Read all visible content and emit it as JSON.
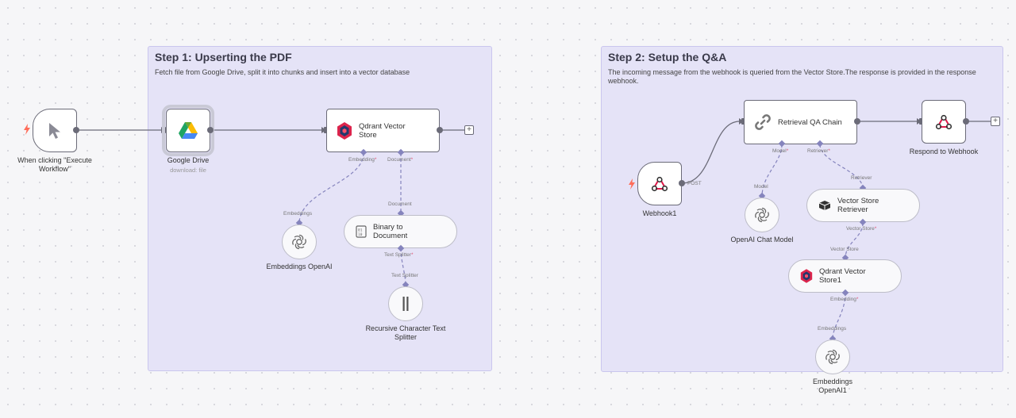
{
  "step1": {
    "title": "Step 1: Upserting the PDF",
    "description": "Fetch file from Google Drive, split it into chunks and insert into a vector database"
  },
  "step2": {
    "title": "Step 2: Setup the Q&A",
    "description": "The incoming message from the webhook is queried from the Vector Store.The response is provided in the response webhook."
  },
  "nodes": {
    "manual_trigger": {
      "label": "When clicking \"Execute Workflow\""
    },
    "google_drive": {
      "label": "Google Drive",
      "subtitle": "download: file"
    },
    "qdrant1": {
      "label": "Qdrant Vector Store",
      "port_embedding": "Embedding",
      "port_document": "Document"
    },
    "embeddings_openai": {
      "label": "Embeddings OpenAI",
      "port": "Embeddings"
    },
    "binary_doc": {
      "label": "Binary to Document",
      "port_in": "Document",
      "port_out": "Text Splitter"
    },
    "text_splitter": {
      "label": "Recursive Character Text Splitter",
      "port": "Text Splitter"
    },
    "webhook1": {
      "label": "Webhook1",
      "port": "POST"
    },
    "retrieval_qa": {
      "label": "Retrieval QA Chain",
      "port_model": "Model",
      "port_retriever": "Retriever"
    },
    "respond_webhook": {
      "label": "Respond to Webhook"
    },
    "openai_chat": {
      "label": "OpenAI Chat Model",
      "port": "Model"
    },
    "vs_retriever": {
      "label": "Vector Store Retriever",
      "port_in": "Retriever",
      "port_out": "Vector Store"
    },
    "qdrant2": {
      "label": "Qdrant Vector Store1",
      "port_in": "Vector Store",
      "port_out": "Embedding"
    },
    "embeddings_openai1": {
      "label": "Embeddings OpenAI1",
      "port": "Embeddings"
    }
  },
  "required_marker": "*",
  "plus_glyph": "+",
  "colors": {
    "sticky_bg": "#e5e3f7",
    "node_border": "#6b6b78",
    "sub_connector": "#8584bd",
    "trigger_bolt": "#ff6d5a",
    "webhook_red": "#e0194a"
  },
  "icons": [
    "cursor-icon",
    "google-drive-icon",
    "qdrant-icon",
    "openai-icon",
    "binary-document-icon",
    "splitter-icon",
    "webhook-icon",
    "chain-link-icon",
    "vector-store-icon",
    "bolt-icon"
  ]
}
